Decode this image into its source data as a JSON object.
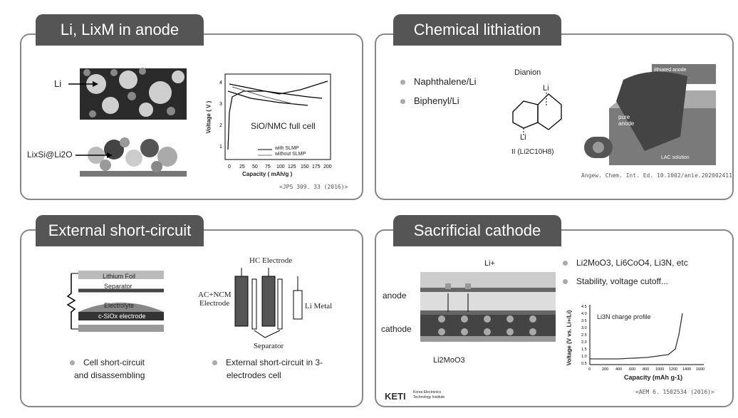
{
  "panels": {
    "anode": {
      "title": "Li, LixM in anode",
      "label_li": "Li",
      "label_lisi": "LixSi@Li2O",
      "plot_annotation": "SiO/NMC full cell",
      "legend_with": "with SLMP",
      "legend_without": "without SLMP",
      "xlabel": "Capacity ( mAh/g )",
      "ylabel": "Voltage ( V )",
      "xticks": [
        "0",
        "25",
        "50",
        "75",
        "100",
        "125",
        "150",
        "175",
        "200"
      ],
      "yticks": [
        "1",
        "2",
        "3",
        "4"
      ],
      "cite": "<JPS 309. 33 (2016)>"
    },
    "chemical": {
      "title": "Chemical lithiation",
      "bullet1": "Naphthalene/Li",
      "bullet2": "Biphenyl/Li",
      "dianion": "Dianion",
      "li_top": "Li",
      "li_bottom": "Li",
      "formula": "II (Li2C10H8)",
      "drum_label_anode": "lithiated anode",
      "sheet_label": "pure anode",
      "bath_label": "LAC solution",
      "cite": "Angew. Chem. Int. Ed. 10.1002/anie.202002411"
    },
    "external": {
      "title": "External short-circuit",
      "lithium_foil": "Lithium Foil",
      "separator": "Separator",
      "electrolyte": "Electrolyte",
      "electrode": "c-SiOx electrode",
      "hc_electrode": "HC Electrode",
      "acncm": "AC+NCM",
      "acncm2": "Electrode",
      "li_metal": "Li Metal",
      "separator2": "Separator",
      "bullet1a": "Cell short-circuit",
      "bullet1b": "and disassembling",
      "bullet2a": "External short-circuit in 3-",
      "bullet2b": "electrodes cell"
    },
    "sacrificial": {
      "title": "Sacrificial cathode",
      "li_plus": "Li+",
      "anode": "anode",
      "cathode": "cathode",
      "li2moo3": "Li2MoO3",
      "bullet1": "Li2MoO3, Li6CoO4, Li3N, etc",
      "bullet2": "Stability, voltage cutoff...",
      "plot_annotation": "Li3N charge profile",
      "xlabel": "Capacity (mAh g-1)",
      "ylabel": "Voltage (V vs. Li+/Li)",
      "xticks": [
        "0",
        "200",
        "400",
        "600",
        "800",
        "1000",
        "1200",
        "1400",
        "1600"
      ],
      "yticks": [
        "0.5",
        "1.0",
        "1.5",
        "2.0",
        "2.5",
        "3.0",
        "3.5",
        "4.0",
        "4.5"
      ],
      "logo": "KETI",
      "logo_sub1": "Korea Electronics",
      "logo_sub2": "Technology Institute",
      "cite": "<AEM 6. 1502534 (2016)>"
    }
  }
}
